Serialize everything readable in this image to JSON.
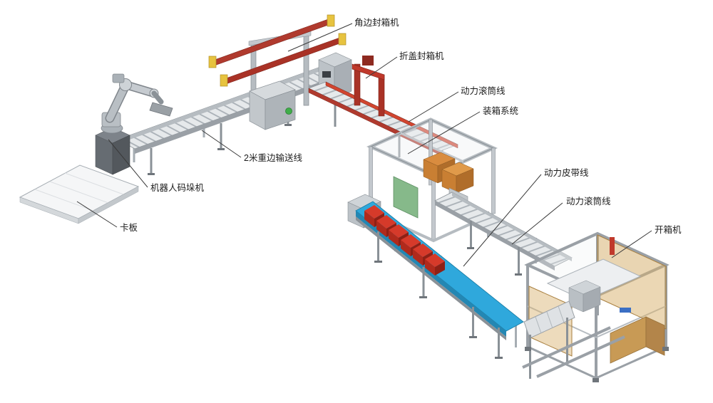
{
  "diagram": {
    "type": "isometric-equipment-layout",
    "background": "#ffffff",
    "labels": {
      "corner_sealer": "角边封箱机",
      "flap_sealer": "折盖封箱机",
      "power_roller_line_1": "动力滚筒线",
      "case_packing_system": "装箱系统",
      "power_belt_line": "动力皮带线",
      "power_roller_line_2": "动力滚筒线",
      "case_erector": "开箱机",
      "heavy_edge_conveyor": "2米重边输送线",
      "robot_palletizer": "机器人码垛机",
      "pallet": "卡板"
    },
    "colors": {
      "machine_red": "#b03a2e",
      "machine_red_dark": "#8e2a20",
      "belt_blue": "#2fa8dc",
      "frame_gray": "#b6bcc1",
      "rail_gray": "#9aa0a6",
      "amber_panel": "#d8b06a",
      "carton_orange": "#d98c3f",
      "box_red": "#d63a2a",
      "safety_green": "#86b98a",
      "accent_yellow": "#e7c33f",
      "robot_gray": "#b9bfc4"
    }
  }
}
